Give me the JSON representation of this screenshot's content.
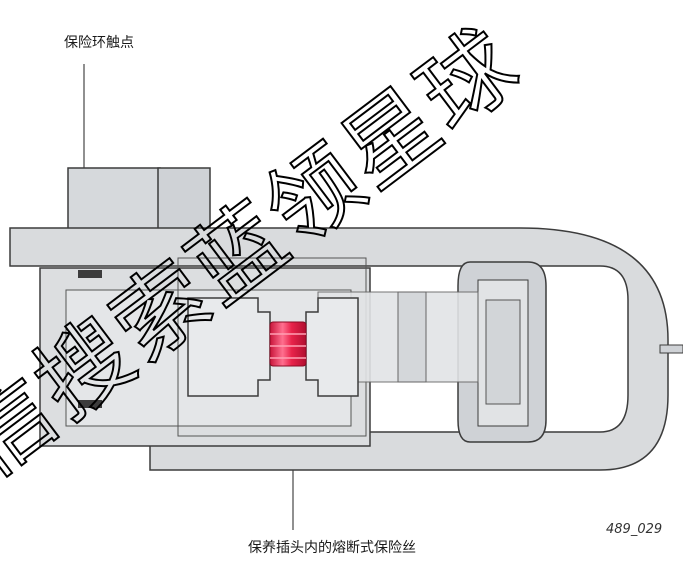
{
  "labels": {
    "top": "保险环触点",
    "bottom": "保养插头内的熔断式保险丝"
  },
  "figure_id": "489_029",
  "watermark": {
    "text": "信搜索蓝领星球"
  },
  "colors": {
    "housing_fill": "#d9dbdd",
    "housing_stroke": "#3c3c3c",
    "fuse_red": "#e8224a",
    "fuse_highlight": "#ff8aa2"
  }
}
